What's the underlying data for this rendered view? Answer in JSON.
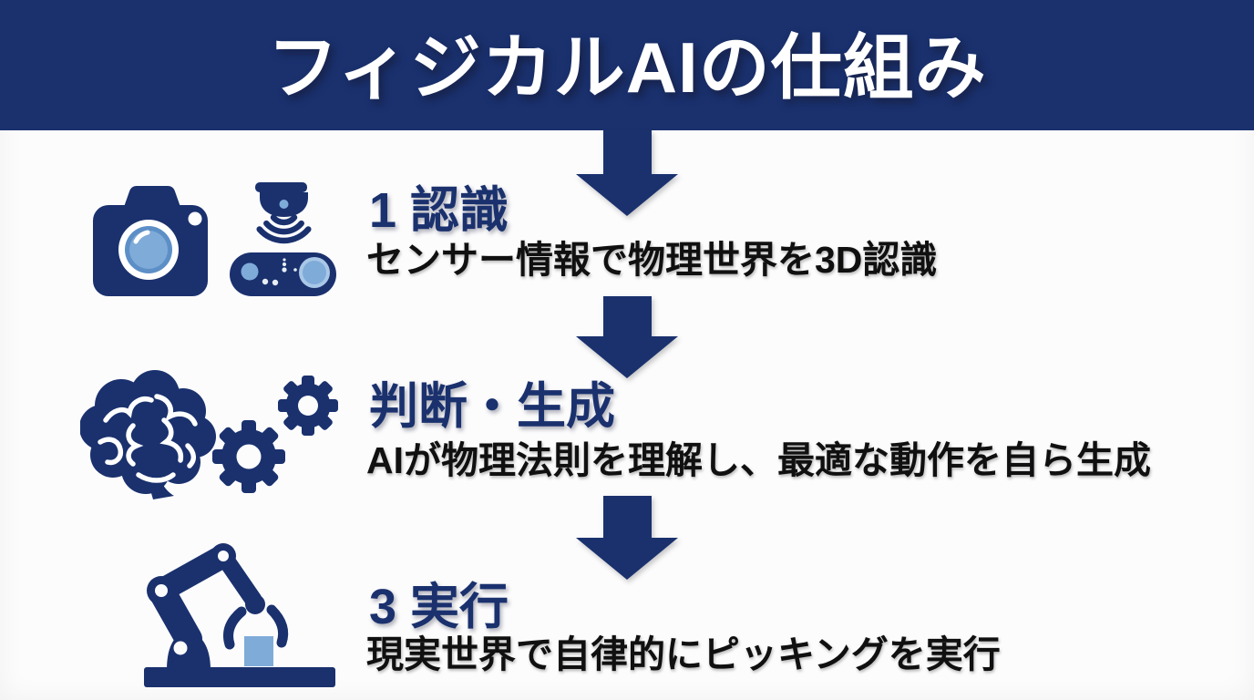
{
  "header": {
    "title": "フィジカルAIの仕組み",
    "background": "#1a316e",
    "text_color": "#ffffff"
  },
  "colors": {
    "navy": "#1a316e",
    "light_blue": "#7fabd9",
    "body_text": "#101010",
    "background": "#fcfcfd"
  },
  "arrows": [
    {
      "name": "down-arrow-icon"
    },
    {
      "name": "down-arrow-icon"
    },
    {
      "name": "down-arrow-icon"
    }
  ],
  "steps": [
    {
      "title": "1 認識",
      "description": "センサー情報で物理世界を3D認識",
      "icons": [
        "camera-icon",
        "depth-sensor-icon"
      ]
    },
    {
      "title": "判断・生成",
      "description": "AIが物理法則を理解し、最適な動作を自ら生成",
      "icons": [
        "brain-icon",
        "gears-icon"
      ]
    },
    {
      "title": "3 実行",
      "description": "現実世界で自律的にピッキングを実行",
      "icons": [
        "robot-arm-icon"
      ]
    }
  ]
}
